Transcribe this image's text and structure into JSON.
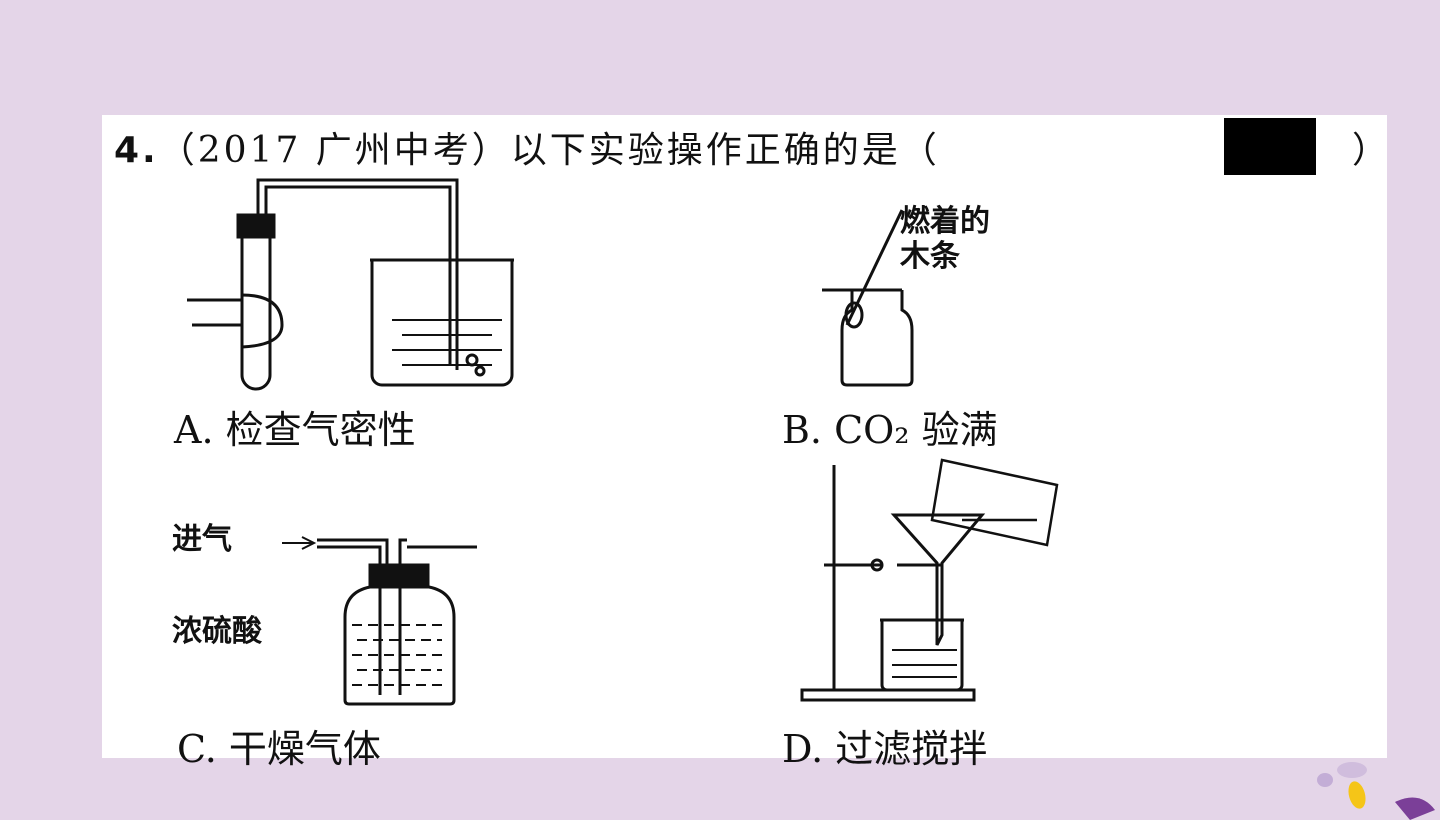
{
  "question": {
    "number": "4.",
    "source": "（2017 广州中考）",
    "text": "以下实验操作正确的是（",
    "close": "）"
  },
  "options": [
    {
      "label": "A. 检查气密性"
    },
    {
      "label": "B. CO₂ 验满",
      "annotation": [
        "燃着的",
        "木条"
      ]
    },
    {
      "label": "C. 干燥气体",
      "annotations": {
        "inlet": "进气",
        "liquid": "浓硫酸"
      }
    },
    {
      "label": "D. 过滤搅拌"
    }
  ],
  "colors": {
    "background": "#e4d5e8",
    "accent_purple": "#7b3f98",
    "accent_yellow": "#f5c518"
  }
}
